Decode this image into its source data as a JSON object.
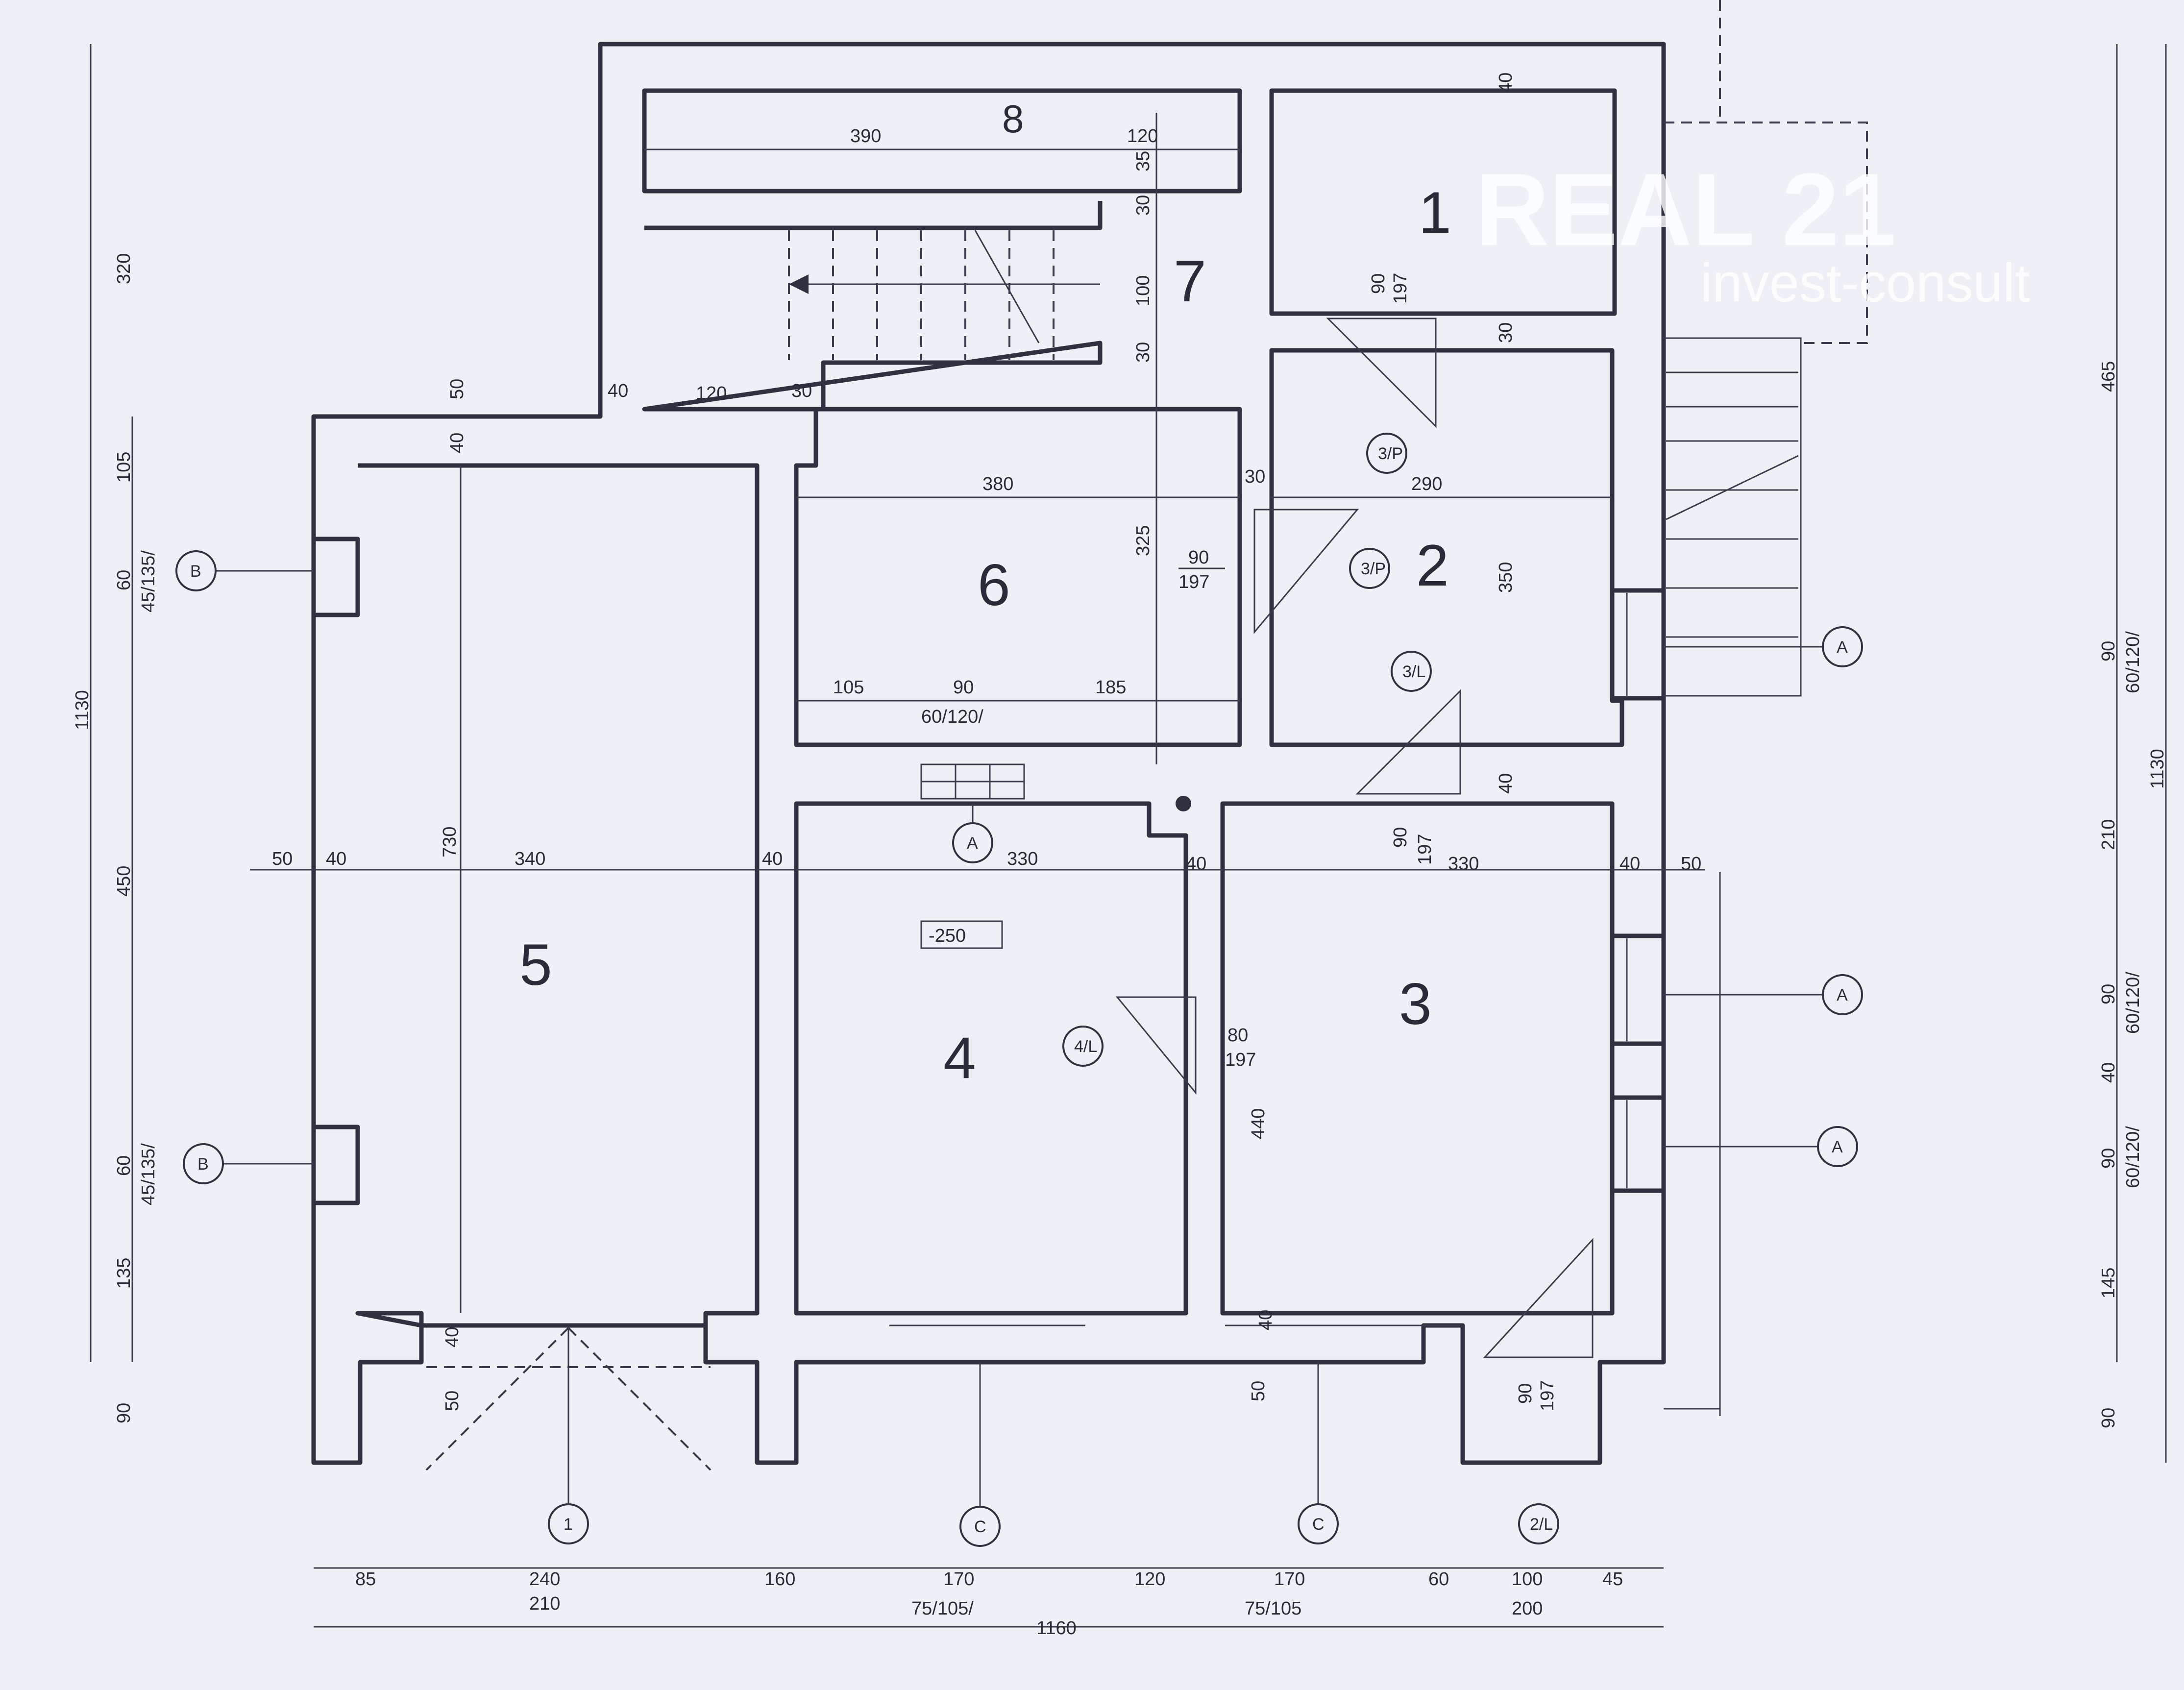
{
  "watermark": {
    "brand": "REAL 21",
    "tagline": "invest-consult"
  },
  "rooms": [
    "1",
    "2",
    "3",
    "4",
    "5",
    "6",
    "7",
    "8"
  ],
  "level_mark": "-250",
  "dims_top": [
    "390",
    "120",
    "35",
    "30",
    "100",
    "30",
    "120",
    "40",
    "30",
    "40",
    "50",
    "40",
    "30",
    "380",
    "290",
    "30"
  ],
  "dims_room6": [
    "325",
    "105",
    "90",
    "185",
    "60/120/",
    "90",
    "197"
  ],
  "dims_room2": [
    "350",
    "90",
    "197"
  ],
  "dims_middle": [
    "730",
    "340",
    "50",
    "40",
    "40",
    "330",
    "40",
    "330",
    "40",
    "50",
    "440",
    "80",
    "197",
    "90",
    "197",
    "40"
  ],
  "dims_bottom_inner": [
    "40",
    "50",
    "40",
    "50",
    "90",
    "197"
  ],
  "dims_left": [
    "320",
    "105",
    "60",
    "45/135/",
    "1130",
    "450",
    "60",
    "45/135/",
    "135",
    "90"
  ],
  "dims_right": [
    "465",
    "90",
    "60/120/",
    "1130",
    "210",
    "90",
    "60/120/",
    "40",
    "90",
    "60/120/",
    "145",
    "90"
  ],
  "dims_bottom": [
    "85",
    "240",
    "210",
    "160",
    "170",
    "75/105/",
    "120",
    "170",
    "75/105",
    "60",
    "100",
    "200",
    "45",
    "1160"
  ],
  "door_tags": [
    "3/P",
    "3/P",
    "3/L",
    "4/L",
    "2/L"
  ],
  "axis_tags": [
    "A",
    "A",
    "A",
    "A",
    "B",
    "B",
    "1",
    "C",
    "C"
  ]
}
